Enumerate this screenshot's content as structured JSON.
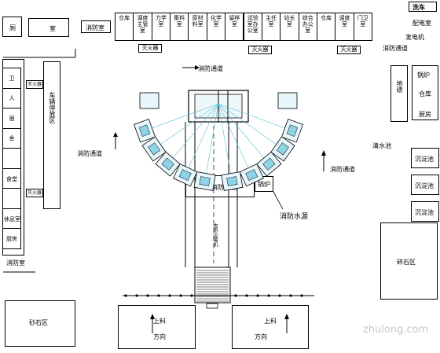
{
  "offices_top": [
    "仓库",
    "调度主管室",
    "力学室",
    "集料室",
    "原材料室",
    "化学室",
    "留样室",
    "试验室办公室",
    "主任室",
    "站长室",
    "综合办公室",
    "仓库",
    "调度室",
    "门卫室"
  ],
  "top_left": {
    "small": "厕",
    "big": "室"
  },
  "fire_room_top": "消防室",
  "extinguisher": "灭火器",
  "fire_road": "消防通道",
  "fire_road_2": "消防通道",
  "fire_road_3": "消防通道",
  "fire_pool": "消防水池",
  "fire_water": "消防水源",
  "left_column": [
    "卫",
    "人",
    "宿",
    "舍",
    "",
    "食堂",
    "",
    "休息室",
    "厨房"
  ],
  "vehicle_parking": "车辆停放区",
  "fire_room_left": "消防室",
  "sand_area": "砂石区",
  "right_top": [
    "洗车",
    "配电室",
    "发电机"
  ],
  "weighbridge": "地磅",
  "boiler": "锅炉",
  "store_right": "仓库",
  "kitchen_right": "厨房",
  "settling": [
    "沉淀池",
    "沉淀池",
    "沉淀池"
  ],
  "stone_area": "碎石区",
  "clean_pool": "清水池",
  "heater": "锅炉",
  "feed_left": {
    "l1": "上料",
    "l2": "方向"
  },
  "feed_right": {
    "l1": "上料",
    "l2": "方向"
  },
  "conveyor_label": "皮带运输机",
  "watermark": "zhulong.com"
}
